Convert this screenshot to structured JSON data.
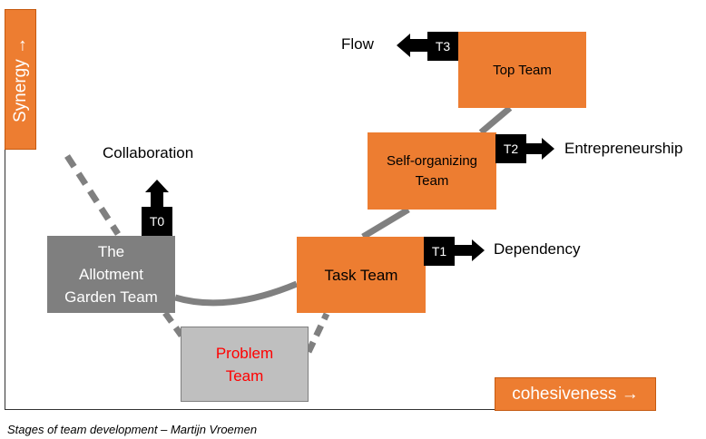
{
  "axes": {
    "y_label": "Synergy →",
    "x_label": "cohesiveness →"
  },
  "teams": {
    "allotment": "The Allotment Garden Team",
    "allotment_lines": [
      "The",
      "Allotment",
      "Garden Team"
    ],
    "problem_lines": [
      "Problem",
      "Team"
    ],
    "task": "Task Team",
    "self_lines": [
      "Self-organizing",
      "Team"
    ],
    "top": "Top Team"
  },
  "transitions": [
    {
      "tag": "T0",
      "label": "Collaboration",
      "direction": "up"
    },
    {
      "tag": "T1",
      "label": "Dependency",
      "direction": "right"
    },
    {
      "tag": "T2",
      "label": "Entrepreneurship",
      "direction": "right"
    },
    {
      "tag": "T3",
      "label": "Flow",
      "direction": "left"
    }
  ],
  "colors": {
    "accent": "#ed7d31",
    "allotment": "#7f7f7f",
    "problem": "#bfbfbf",
    "problem_text": "#ff0000",
    "curve": "#808080"
  },
  "caption": "Stages of team development – Martijn Vroemen"
}
